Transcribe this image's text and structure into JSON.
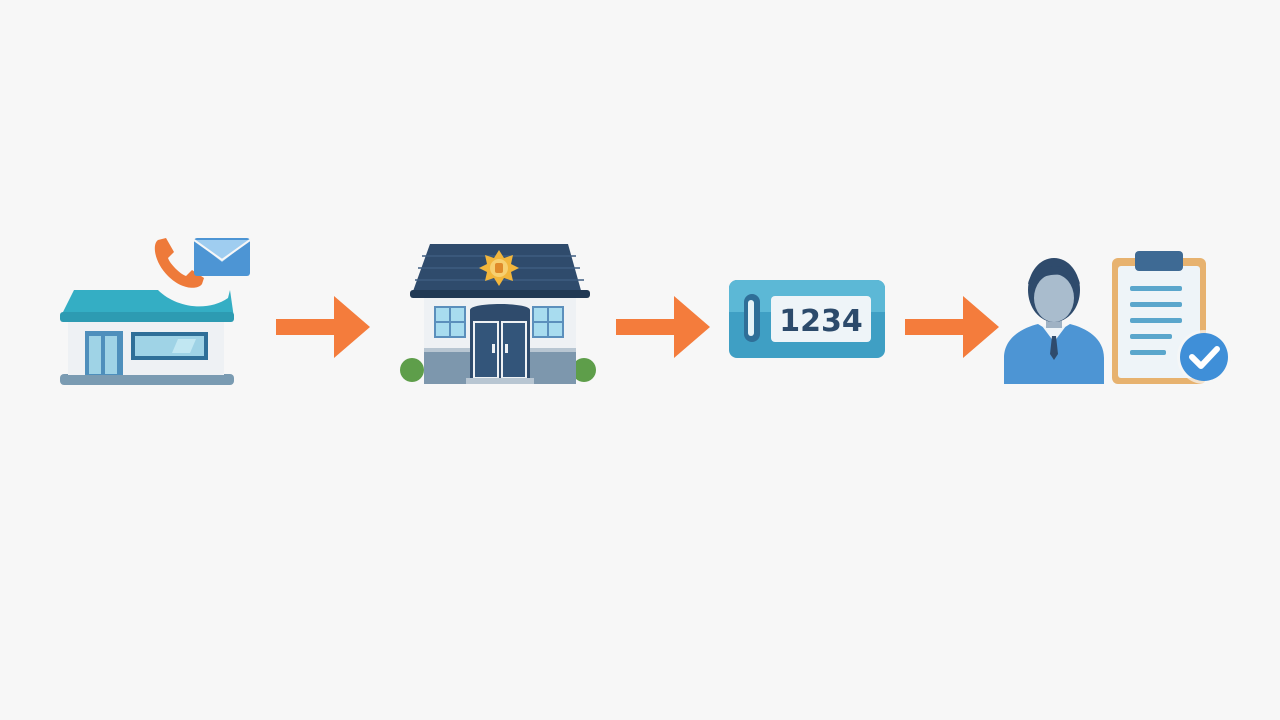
{
  "diagram": {
    "steps": [
      {
        "id": "contact-business",
        "icon": "storefront-with-phone-and-mail-icon"
      },
      {
        "id": "police-station",
        "icon": "police-station-icon"
      },
      {
        "id": "report-number",
        "icon": "case-number-tag-icon"
      },
      {
        "id": "officer-report",
        "icon": "officer-with-checked-report-icon"
      }
    ],
    "tag": {
      "number": "1234"
    },
    "colors": {
      "arrow": "#f47c3c",
      "teal": "#34aec4",
      "navy": "#2f4b6c",
      "blue": "#4d95d4",
      "orange_clipboard": "#e7b26f",
      "check": "#3f8fd8",
      "phone": "#ee7a3a",
      "bush": "#5e9e4a",
      "badge": "#f2b63c"
    }
  }
}
